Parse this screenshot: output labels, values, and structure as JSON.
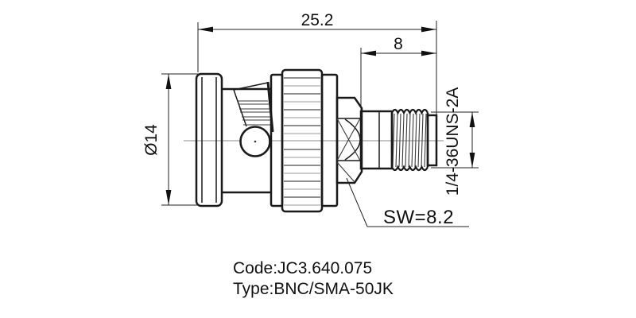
{
  "drawing": {
    "kind": "engineering-drawing",
    "part": "BNC male to SMA female adapter",
    "dimensions": {
      "overall_length": "25.2",
      "sma_section_length": "8",
      "flange_diameter": "Ø14",
      "thread_spec": "1/4-36UNS-2A",
      "wrench_size": "SW=8.2"
    },
    "notes": {
      "code": "Code:JC3.640.075",
      "type": "Type:BNC/SMA-50JK"
    },
    "colors": {
      "background": "#ffffff",
      "outline": "#1a1a1a",
      "dimension_line": "#222222",
      "centerline": "#8a8a8a",
      "text": "#111111"
    }
  }
}
